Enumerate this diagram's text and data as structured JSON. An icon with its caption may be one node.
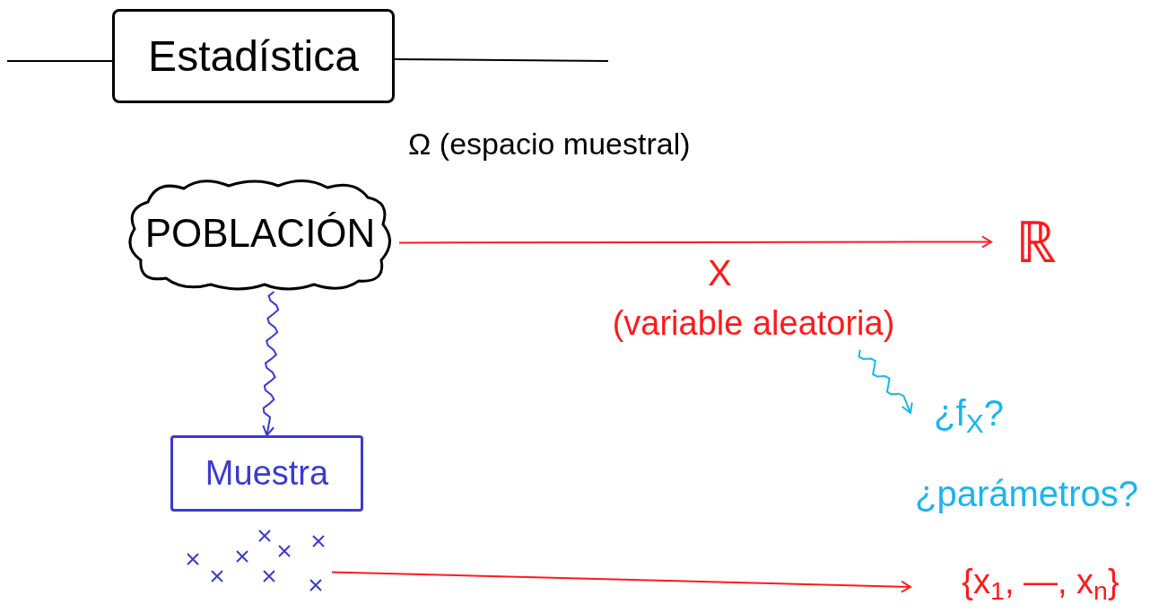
{
  "diagram": {
    "nodes": [
      {
        "text": [
          "Estadística"
        ]
      },
      {
        "text": [
          "POBLACIÓN"
        ],
        "beside": [
          "Ω (espacio muestral)"
        ]
      },
      {
        "text": [
          "ℝ"
        ]
      },
      {
        "text": [
          "(variable aleatoria)"
        ]
      },
      {
        "text": [
          "¿f$_{X}$?"
        ]
      },
      {
        "text": [
          "Muestra"
        ]
      },
      {
        "text": [],
        "shape": "points"
      },
      {
        "text": [
          "{x$_{1}$, —, x$_{n}$}"
        ]
      }
    ],
    "edges": [
      {
        "from": 1,
        "to": 2,
        "arrow": "to",
        "label": "X",
        "color": "#ff1a1a"
      },
      {
        "from": 1,
        "to": 5,
        "arrow": "to",
        "color": "#3b3bd0"
      },
      {
        "from": 3,
        "to": 4,
        "arrow": "to",
        "color": "#1ab4f0"
      },
      {
        "from": 6,
        "to": 7,
        "arrow": "to",
        "color": "#ff1a1a"
      }
    ],
    "labels": [
      "¿parámetros?"
    ]
  }
}
